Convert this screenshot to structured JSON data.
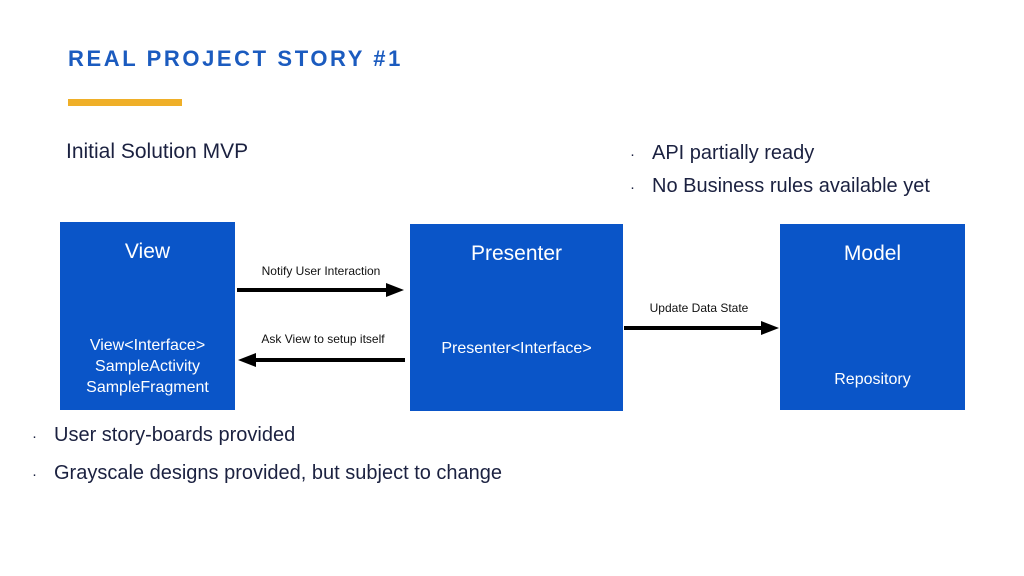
{
  "slide": {
    "title": "REAL PROJECT STORY #1",
    "accent_color": "#EFAF28",
    "title_color": "#1B5BBF",
    "box_color": "#0A55C8",
    "text_color": "#1B2140",
    "section_label": "Initial Solution MVP"
  },
  "right_bullets": [
    {
      "marker": "·",
      "text": "API partially ready"
    },
    {
      "marker": "·",
      "text": "No Business rules available yet"
    }
  ],
  "bottom_bullets": [
    {
      "marker": "·",
      "text": "User story-boards provided"
    },
    {
      "marker": "·",
      "text": "Grayscale designs provided, but subject to change"
    }
  ],
  "diagram": {
    "boxes": [
      {
        "id": "view",
        "title": "View",
        "lines": [
          "View<Interface>",
          "SampleActivity",
          "SampleFragment"
        ]
      },
      {
        "id": "presenter",
        "title": "Presenter",
        "lines": [
          "Presenter<Interface>"
        ]
      },
      {
        "id": "model",
        "title": "Model",
        "lines": [
          "Repository"
        ]
      }
    ],
    "arrows": [
      {
        "id": "notify",
        "label": "Notify User Interaction",
        "direction": "right",
        "from": "view",
        "to": "presenter"
      },
      {
        "id": "ask",
        "label": "Ask View to setup itself",
        "direction": "left",
        "from": "presenter",
        "to": "view"
      },
      {
        "id": "update",
        "label": "Update Data State",
        "direction": "right",
        "from": "presenter",
        "to": "model"
      }
    ]
  }
}
